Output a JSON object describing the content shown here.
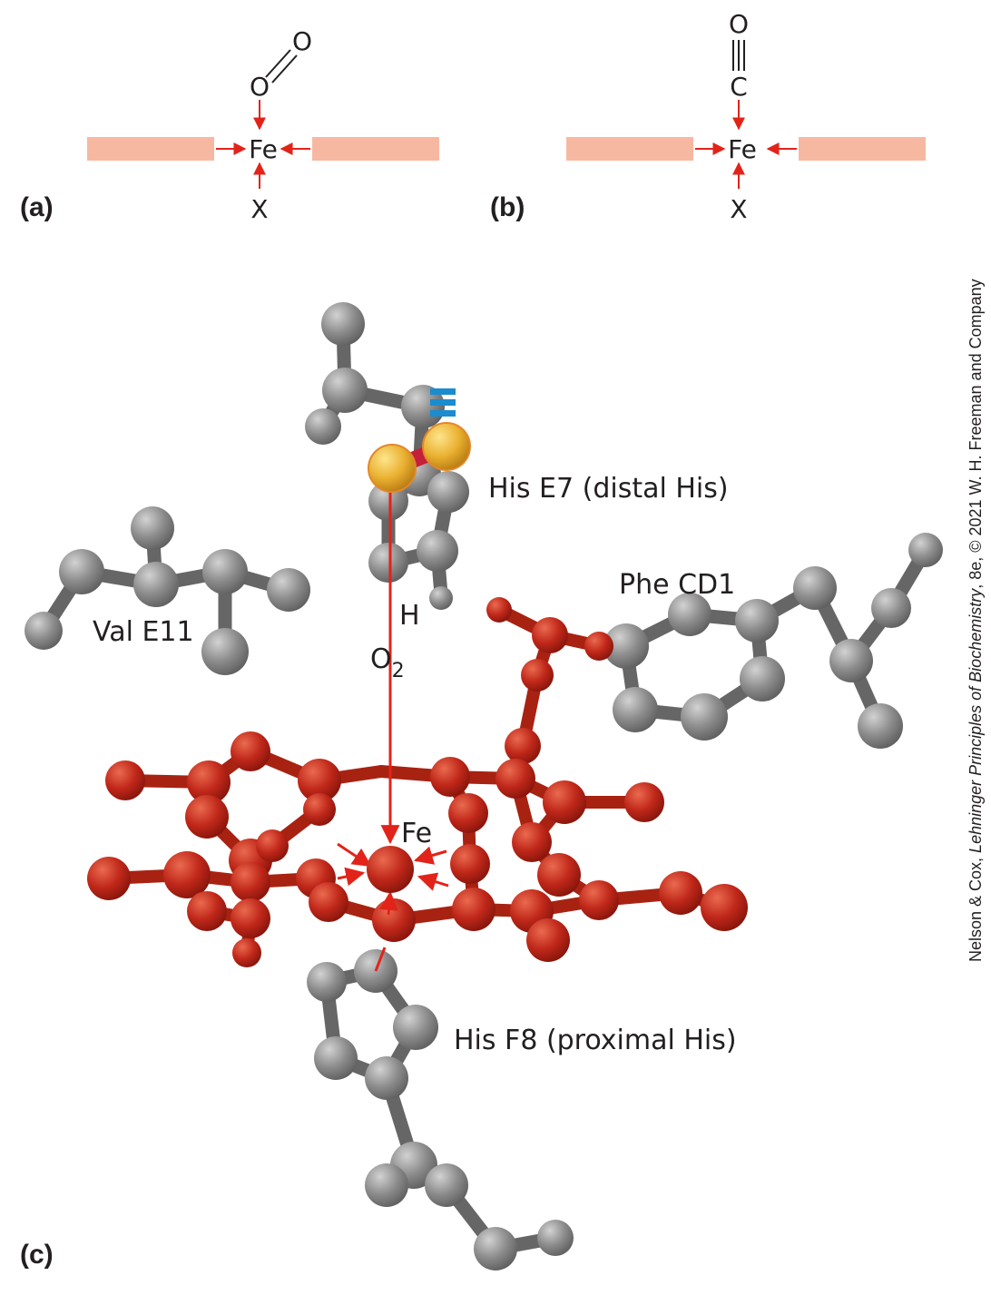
{
  "colors": {
    "porphyrin_bar": "#f7b8a2",
    "arrow_red": "#e2231a",
    "heme_red": "#c0281a",
    "residue_gray": "#8a8a8a",
    "oxygen_gold": "#e8a628",
    "hbond_blue": "#1a8ccf"
  },
  "panel_a": {
    "tag": "(a)",
    "top_atom": "O",
    "terminal_atom": "O",
    "metal": "Fe",
    "ligand": "X"
  },
  "panel_b": {
    "tag": "(b)",
    "top_atom": "O",
    "bound_atom": "C",
    "metal": "Fe",
    "ligand": "X"
  },
  "panel_c": {
    "tag": "(c)",
    "labels": {
      "his_e7": "His E7 (distal His)",
      "phe_cd1": "Phe CD1",
      "val_e11": "Val E11",
      "hydrogen": "H",
      "oxygen": "O",
      "oxygen_sub": "2",
      "iron": "Fe",
      "his_f8": "His F8 (proximal His)"
    }
  },
  "credit": {
    "authors": "Nelson & Cox, ",
    "title": "Lehninger Principles of Biochemistry",
    "rest": ", 8e, © 2021 W. H. Freeman and Company"
  }
}
